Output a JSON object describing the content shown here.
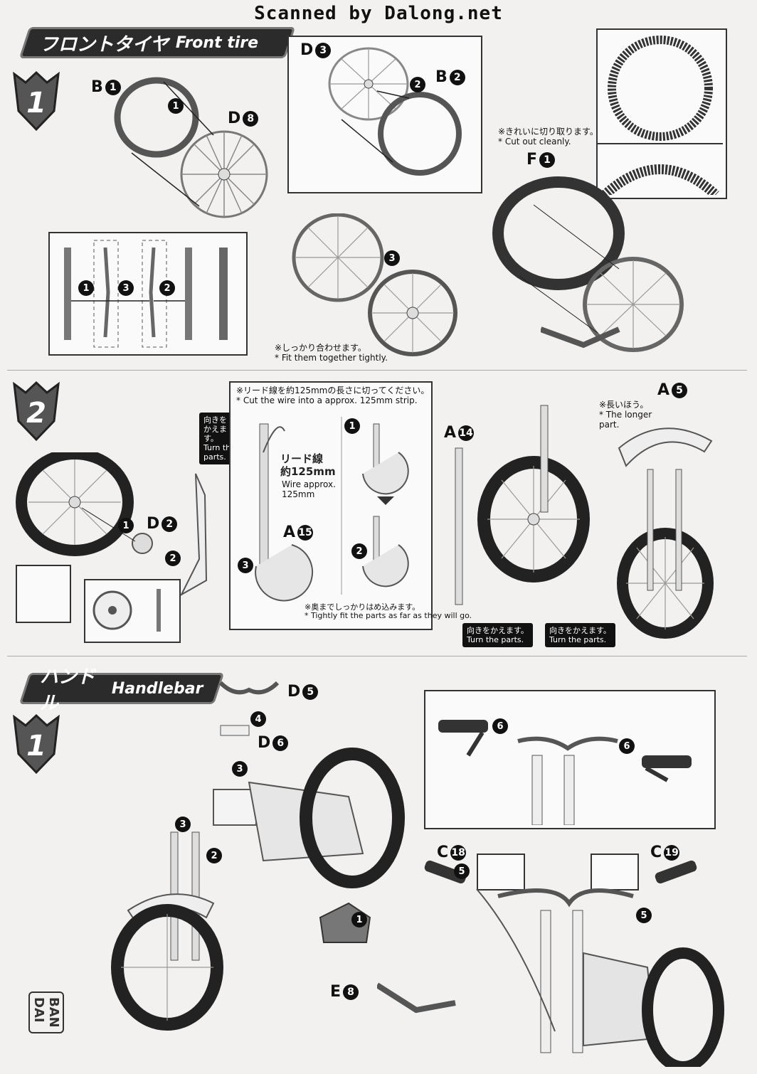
{
  "header": {
    "scanned": "Scanned by Dalong.net"
  },
  "section_front_tire": {
    "title_jp": "フロントタイヤ",
    "title_en": "Front tire",
    "step_number": "1",
    "parts": {
      "b1": "B",
      "b1n": "1",
      "d8": "D",
      "d8n": "8",
      "d3": "D",
      "d3n": "3",
      "b2": "B",
      "b2n": "2",
      "f1": "F",
      "f1n": "1"
    },
    "seq": [
      "1",
      "2",
      "3",
      "1",
      "3",
      "2"
    ],
    "note_cut_jp": "※きれいに切り取ります。",
    "note_cut_en": "* Cut out cleanly.",
    "note_fit_jp": "※しっかり合わせます。",
    "note_fit_en": "* Fit them together tightly."
  },
  "section_step2": {
    "step_number": "2",
    "turn_jp": "向きを\nかえます。",
    "turn_en": "Turn the\nparts.",
    "wire_jp": "※リード線を約125mmの長さに切ってください。",
    "wire_en": "* Cut the wire into a approx. 125mm strip.",
    "lead_jp": "リード線\n約125mm",
    "lead_en": "Wire approx.\n125mm",
    "parts": {
      "d2": "D",
      "d2n": "2",
      "a15": "A",
      "a15n": "15",
      "a14": "A",
      "a14n": "14",
      "a5": "A",
      "a5n": "5"
    },
    "seq": [
      "1",
      "2",
      "1",
      "2",
      "3"
    ],
    "press_jp": "※奥までしっかりはめ込みます。",
    "press_en": "* Tightly fit the parts as far as they will go.",
    "longer_jp": "※長いほう。",
    "longer_en": "* The longer\npart.",
    "turn2_jp": "向きをかえます。",
    "turn2_en": "Turn the parts.",
    "turn3_jp": "向きをかえます。",
    "turn3_en": "Turn the parts."
  },
  "section_handlebar": {
    "title_jp": "ハンドル",
    "title_en": "Handlebar",
    "step_number": "1",
    "parts": {
      "d5": "D",
      "d5n": "5",
      "d6": "D",
      "d6n": "6",
      "c18": "C",
      "c18n": "18",
      "c19": "C",
      "c19n": "19",
      "e8": "E",
      "e8n": "8"
    },
    "seq": [
      "4",
      "3",
      "3",
      "2",
      "1",
      "6",
      "6",
      "5",
      "5"
    ],
    "brand": "BAN\nDAI"
  }
}
